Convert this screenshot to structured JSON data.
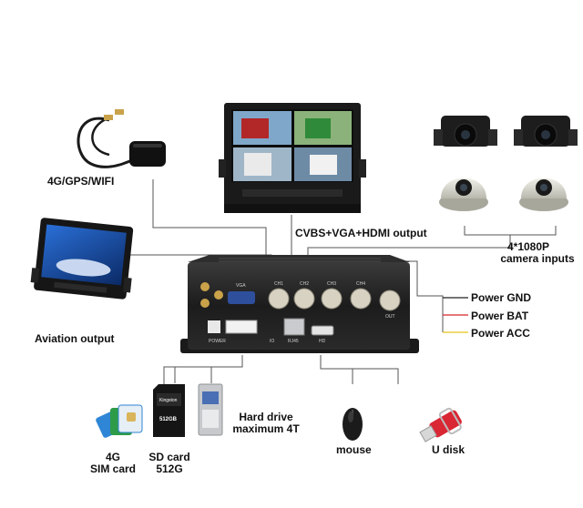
{
  "labels": {
    "gps": "4G/GPS/WIFI",
    "output": "CVBS+VGA+HDMI  output",
    "cameras_line1": "4*1080P",
    "cameras_line2": "camera inputs",
    "aviation": "Aviation output",
    "power_gnd": "Power GND",
    "power_bat": "Power BAT",
    "power_acc": "Power ACC",
    "hdd_line1": "Hard drive",
    "hdd_line2": "maximum 4T",
    "sim_line1": "4G",
    "sim_line2": "SIM card",
    "sd_line1": "SD card",
    "sd_line2": "512G",
    "mouse": "mouse",
    "udisk": "U disk"
  },
  "dvr_ports": {
    "vga": "VGA",
    "ch1": "CH1",
    "ch2": "CH2",
    "ch3": "CH3",
    "ch4": "CH4",
    "out": "OUT",
    "power": "POWER",
    "rj45": "RJ45",
    "hd": "HD",
    "io": "IO"
  },
  "sd_card_text": {
    "brand": "Kingston",
    "capacity": "512GB"
  },
  "colors": {
    "wire_gnd": "#222222",
    "wire_bat": "#d8262b",
    "wire_acc": "#e8c21a",
    "line": "#555555"
  }
}
